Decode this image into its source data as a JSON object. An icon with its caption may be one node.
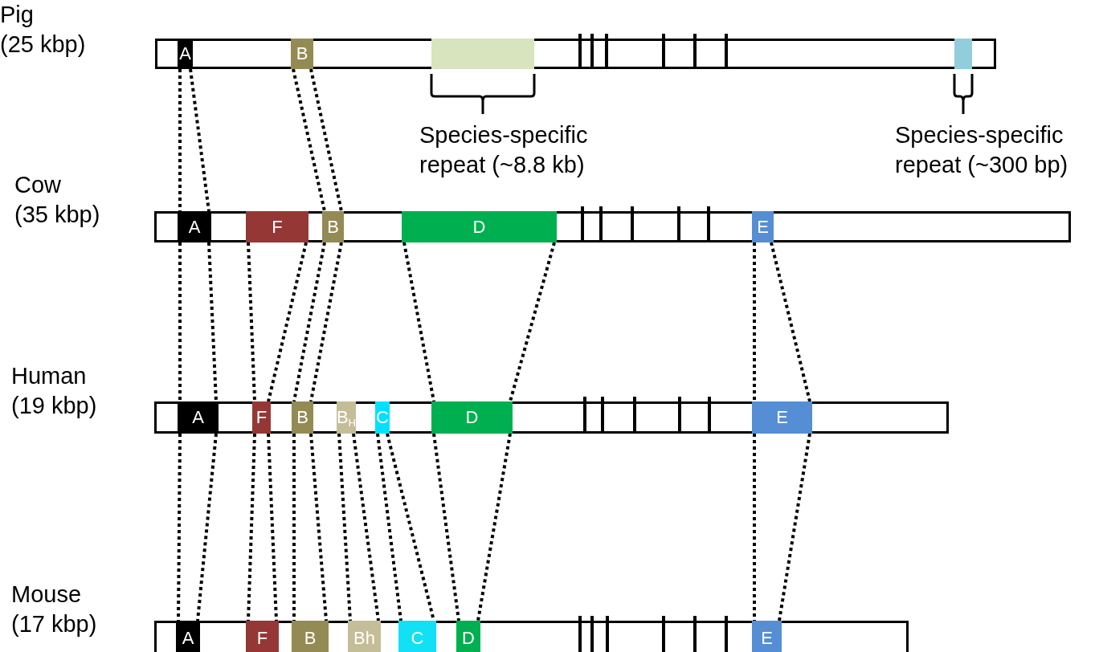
{
  "diagram": {
    "nodes": [
      {
        "text": [],
        "shape": "bar",
        "beside": [
          "Pig (25 kbp)"
        ]
      },
      {
        "text": [
          "A"
        ],
        "in": 0
      },
      {
        "text": [
          "B"
        ],
        "in": 0
      },
      {
        "text": [],
        "shape": "box",
        "in": 0,
        "beside": [
          "Species-specific repeat (~8.8 kb)"
        ]
      },
      {
        "text": [],
        "shape": "box",
        "in": 0,
        "beside": [
          "Species-specific repeat (~300 bp)"
        ]
      },
      {
        "text": [],
        "shape": "bar",
        "beside": [
          "Cow (35 kbp)"
        ]
      },
      {
        "text": [
          "A"
        ],
        "in": 5
      },
      {
        "text": [
          "F"
        ],
        "in": 5
      },
      {
        "text": [
          "B"
        ],
        "in": 5
      },
      {
        "text": [
          "D"
        ],
        "in": 5
      },
      {
        "text": [
          "E"
        ],
        "in": 5
      },
      {
        "text": [],
        "shape": "bar",
        "beside": [
          "Human (19 kbp)"
        ]
      },
      {
        "text": [
          "A"
        ],
        "in": 11
      },
      {
        "text": [
          "F"
        ],
        "in": 11
      },
      {
        "text": [
          "B"
        ],
        "in": 11
      },
      {
        "text": [
          "B$_{H}$"
        ],
        "in": 11
      },
      {
        "text": [
          "C"
        ],
        "in": 11
      },
      {
        "text": [
          "D"
        ],
        "in": 11
      },
      {
        "text": [
          "E"
        ],
        "in": 11
      },
      {
        "text": [],
        "shape": "bar",
        "beside": [
          "Mouse (17 kbp)"
        ]
      },
      {
        "text": [
          "A"
        ],
        "in": 19
      },
      {
        "text": [
          "F"
        ],
        "in": 19
      },
      {
        "text": [
          "B"
        ],
        "in": 19
      },
      {
        "text": [
          "Bh"
        ],
        "in": 19
      },
      {
        "text": [
          "C"
        ],
        "in": 19
      },
      {
        "text": [
          "D"
        ],
        "in": 19
      },
      {
        "text": [
          "E"
        ],
        "in": 19
      }
    ],
    "edges": [
      {
        "from": 1,
        "to": 6,
        "arrow": "none",
        "style": "dashed"
      },
      {
        "from": 1,
        "to": 6,
        "arrow": "none",
        "style": "dashed"
      },
      {
        "from": 2,
        "to": 8,
        "arrow": "none",
        "style": "dashed"
      },
      {
        "from": 2,
        "to": 8,
        "arrow": "none",
        "style": "dashed"
      },
      {
        "from": 6,
        "to": 12,
        "arrow": "none",
        "style": "dashed"
      },
      {
        "from": 6,
        "to": 12,
        "arrow": "none",
        "style": "dashed"
      },
      {
        "from": 7,
        "to": 13,
        "arrow": "none",
        "style": "dashed"
      },
      {
        "from": 7,
        "to": 13,
        "arrow": "none",
        "style": "dashed"
      },
      {
        "from": 8,
        "to": 14,
        "arrow": "none",
        "style": "dashed"
      },
      {
        "from": 8,
        "to": 14,
        "arrow": "none",
        "style": "dashed"
      },
      {
        "from": 9,
        "to": 17,
        "arrow": "none",
        "style": "dashed"
      },
      {
        "from": 9,
        "to": 17,
        "arrow": "none",
        "style": "dashed"
      },
      {
        "from": 10,
        "to": 18,
        "arrow": "none",
        "style": "dashed"
      },
      {
        "from": 10,
        "to": 18,
        "arrow": "none",
        "style": "dashed"
      },
      {
        "from": 12,
        "to": 20,
        "arrow": "none",
        "style": "dashed"
      },
      {
        "from": 12,
        "to": 20,
        "arrow": "none",
        "style": "dashed"
      },
      {
        "from": 13,
        "to": 21,
        "arrow": "none",
        "style": "dashed"
      },
      {
        "from": 13,
        "to": 21,
        "arrow": "none",
        "style": "dashed"
      },
      {
        "from": 14,
        "to": 22,
        "arrow": "none",
        "style": "dashed"
      },
      {
        "from": 14,
        "to": 22,
        "arrow": "none",
        "style": "dashed"
      },
      {
        "from": 15,
        "to": 23,
        "arrow": "none",
        "style": "dashed"
      },
      {
        "from": 15,
        "to": 23,
        "arrow": "none",
        "style": "dashed"
      },
      {
        "from": 16,
        "to": 24,
        "arrow": "none",
        "style": "dashed"
      },
      {
        "from": 16,
        "to": 24,
        "arrow": "none",
        "style": "dashed"
      },
      {
        "from": 17,
        "to": 25,
        "arrow": "none",
        "style": "dashed"
      },
      {
        "from": 17,
        "to": 25,
        "arrow": "none",
        "style": "dashed"
      },
      {
        "from": 18,
        "to": 26,
        "arrow": "none",
        "style": "dashed"
      },
      {
        "from": 18,
        "to": 26,
        "arrow": "none",
        "style": "dashed"
      }
    ]
  }
}
